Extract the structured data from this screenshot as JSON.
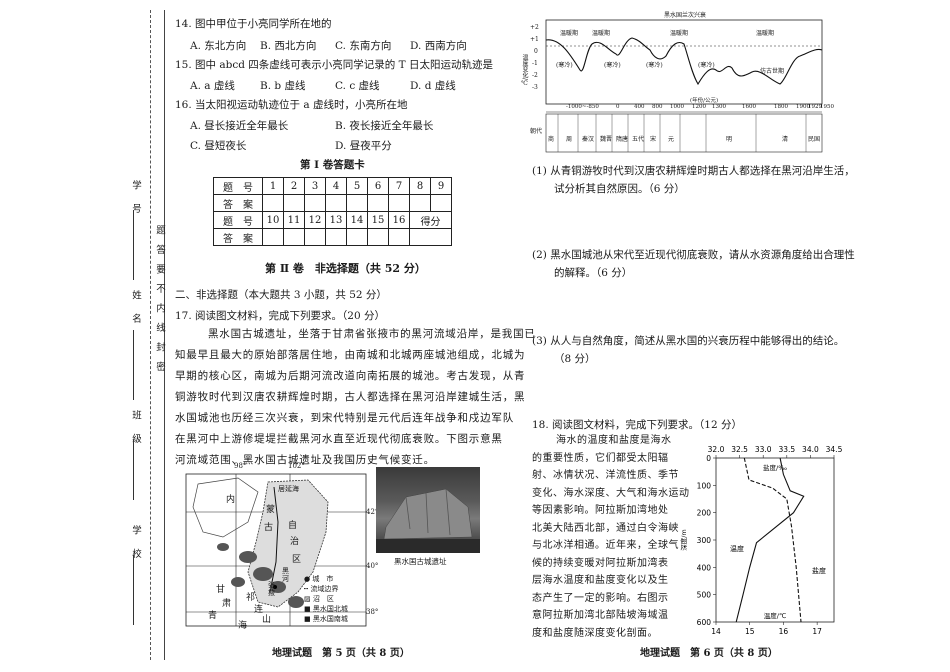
{
  "binding": {
    "top_right_label": "学号",
    "vertical_text": "题答要不内线封密",
    "name_label": "姓名",
    "class_label": "班级",
    "school_label": "学校"
  },
  "left": {
    "q14": {
      "stem": "14. 图中甲位于小亮同学所在地的",
      "options": [
        "A. 东北方向",
        "B. 西北方向",
        "C. 东南方向",
        "D. 西南方向"
      ]
    },
    "q15": {
      "stem": "15. 图中 abcd 四条虚线可表示小亮同学记录的 T 日太阳运动轨迹是",
      "options": [
        "A. a 虚线",
        "B. b 虚线",
        "C. c 虚线",
        "D. d 虚线"
      ]
    },
    "q16": {
      "stem": "16. 当太阳视运动轨迹位于 a 虚线时，小亮所在地",
      "options": [
        "A. 昼长接近全年最长",
        "B. 夜长接近全年最长",
        "C. 昼短夜长",
        "D. 昼夜平分"
      ]
    },
    "card_title": "第 Ⅰ 卷答题卡",
    "card": {
      "row1": [
        "题　号",
        "1",
        "2",
        "3",
        "4",
        "5",
        "6",
        "7",
        "8",
        "9"
      ],
      "row2": [
        "答　案"
      ],
      "row3": [
        "题　号",
        "10",
        "11",
        "12",
        "13",
        "14",
        "15",
        "16",
        "得分"
      ],
      "row4": [
        "答　案"
      ]
    },
    "section2_title": "第 Ⅱ 卷　非选择题（共 52 分）",
    "section2_sub": "二、非选择题（本大题共 3 小题，共 52 分）",
    "q17_stem": "17. 阅读图文材料，完成下列要求。（20 分）",
    "q17_passage": [
      "黑水国古城遗址，坐落于甘肃省张掖市的黑河流域沿岸，是我国已",
      "知最早且最大的原始部落居住地，由南城和北城两座城池组成，北城为",
      "早期的核心区，南城为后期河流改道向南拓展的城池。考古发现，从青",
      "铜游牧时代到汉唐农耕辉煌时期，古人都选择在黑河沿岸建城生活，黑",
      "水国城池也历经三次兴衰，到宋代特别是元代后连年战争和戍边军队",
      "在黑河中上游修堤堤拦截黑河水直至近现代彻底衰败。下图示意黑",
      "河流域范围、黑水国古城遗址及我国历史气候变迁。"
    ],
    "map": {
      "lon1": "98°",
      "lon2": "102°",
      "lat1": "42°",
      "lat2": "40°",
      "lat3": "38°",
      "labels": [
        "内",
        "蒙",
        "古",
        "自",
        "治",
        "区",
        "居延海",
        "甘",
        "肃",
        "青",
        "海",
        "祁",
        "连",
        "山",
        "黑",
        "河",
        "张",
        "掖"
      ],
      "legend": [
        "城　市",
        "流域边界",
        "沼　区",
        "黑水国北城",
        "黑水国南城"
      ]
    },
    "photo_caption": "黑水国古城遗址",
    "footer": "地理试题　第 5 页（共 8 页）"
  },
  "right": {
    "climate_chart": {
      "title": "黑水国兰次兴衰",
      "y_ticks": [
        "+2",
        "+1",
        "0",
        "-1",
        "-2",
        "-3"
      ],
      "y_label": "温度变化/℃",
      "periods_warm": [
        "温暖期",
        "温暖期",
        "温暖期",
        "温暖期"
      ],
      "periods_cold": [
        "(寒冷)",
        "(寒冷)",
        "(寒冷)",
        "(寒冷)"
      ],
      "mid_label": "仿古世期",
      "x_ticks": [
        "-1000~-850",
        "0",
        "400",
        "800",
        "1000",
        "1200",
        "1300",
        "1600",
        "1800",
        "1900",
        "1929",
        "1950"
      ],
      "x_label": "(年份/公元)",
      "row_label": "朝代",
      "dynasties": [
        "商",
        "周",
        "秦汉",
        "魏晋",
        "隋唐",
        "五代",
        "宋",
        "元",
        "明",
        "清",
        "民国"
      ]
    },
    "q17_1": [
      "(1) 从青铜游牧时代到汉唐农耕辉煌时期古人都选择在黑河沿岸生活，",
      "试分析其自然原因。（6 分）"
    ],
    "q17_2": [
      "(2) 黑水国城池从宋代至近现代彻底衰败，请从水资源角度给出合理性",
      "的解释。（6 分）"
    ],
    "q17_3": [
      "(3) 从人与自然角度，简述从黑水国的兴衰历程中能够得出的结论。",
      "（8 分）"
    ],
    "q18_stem": "18. 阅读图文材料，完成下列要求。（12 分）",
    "q18_passage": [
      "海水的温度和盐度是海水",
      "的重要性质，它们都受太阳辐",
      "射、冰情状况、洋流性质、季节",
      "变化、海水深度、大气和海水运动",
      "等因素影响。阿拉斯加湾地处",
      "北美大陆西北部，通过白令海峡",
      "与北冰洋相通。近年来，全球气",
      "候的持续变暖对阿拉斯加湾表",
      "层海水温度和盐度变化以及生",
      "态产生了一定的影响。右图示",
      "意阿拉斯加湾北部陆坡海域温",
      "度和盐度随深度变化剖面。"
    ],
    "footer": "地理试题　第 6 页（共 8 页）"
  },
  "chart_data": {
    "type": "line",
    "title": "",
    "ylabel": "深度/m",
    "y_ticks": [
      0,
      100,
      200,
      300,
      400,
      500,
      600
    ],
    "ylim": [
      0,
      600
    ],
    "top_axis": {
      "label": "盐度/‰",
      "ticks": [
        32.0,
        32.5,
        33.0,
        33.5,
        34.0,
        34.5
      ],
      "lim": [
        32.0,
        34.5
      ]
    },
    "bottom_axis": {
      "label": "温度/℃",
      "ticks": [
        14,
        15,
        16,
        17
      ],
      "lim": [
        14,
        17.5
      ]
    },
    "series": [
      {
        "name": "温度",
        "axis": "bottom",
        "points": [
          [
            15.9,
            0
          ],
          [
            16.0,
            60
          ],
          [
            16.2,
            120
          ],
          [
            16.6,
            140
          ],
          [
            16.3,
            200
          ],
          [
            15.6,
            270
          ],
          [
            15.2,
            310
          ],
          [
            15.0,
            400
          ],
          [
            14.8,
            500
          ],
          [
            14.6,
            600
          ]
        ]
      },
      {
        "name": "盐度",
        "axis": "top",
        "points": [
          [
            32.6,
            0
          ],
          [
            32.7,
            80
          ],
          [
            33.2,
            110
          ],
          [
            33.5,
            150
          ],
          [
            33.6,
            250
          ],
          [
            33.7,
            400
          ],
          [
            33.75,
            500
          ],
          [
            33.8,
            600
          ]
        ]
      }
    ]
  }
}
